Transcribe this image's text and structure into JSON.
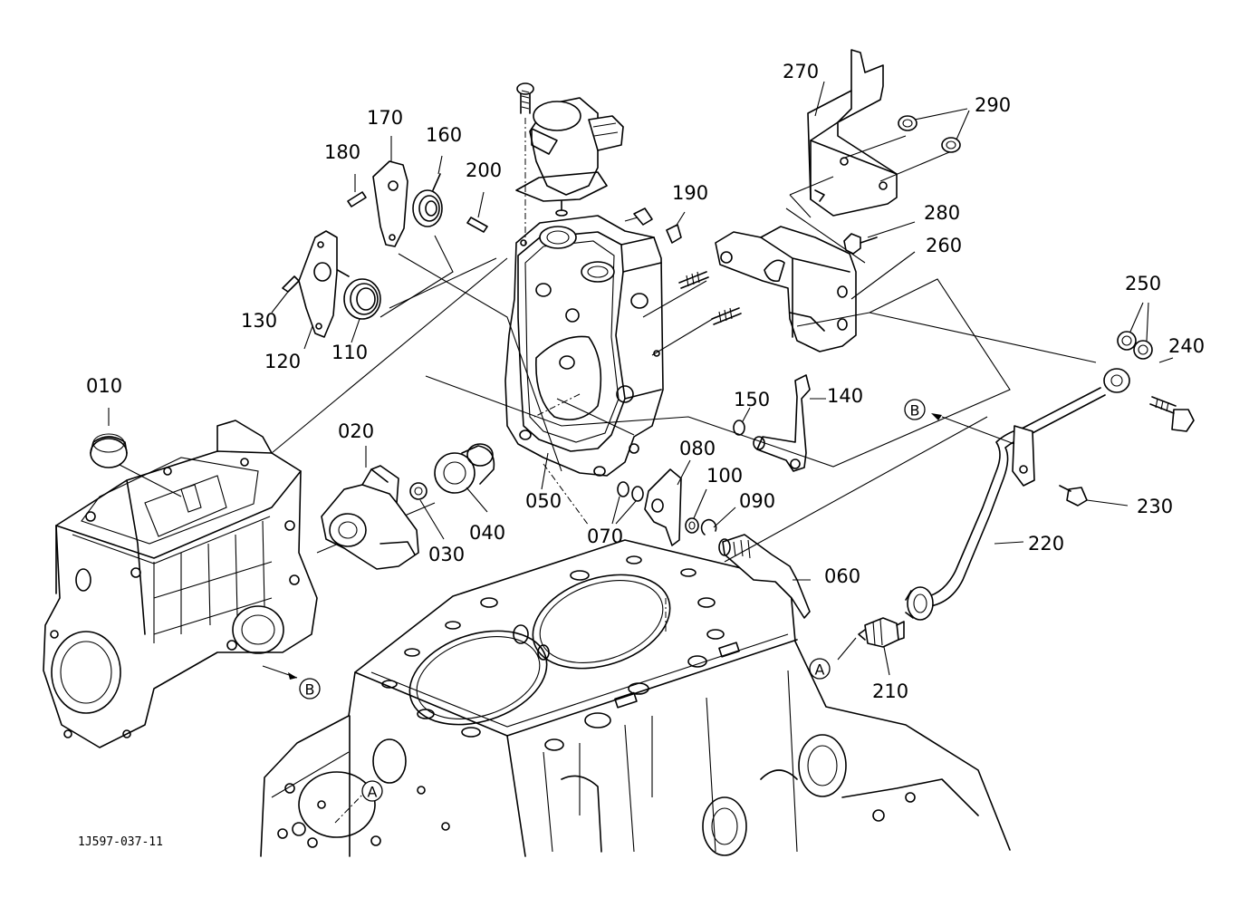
{
  "drawing_id": "1J597-037-11",
  "callouts": [
    "010",
    "020",
    "030",
    "040",
    "050",
    "060",
    "070",
    "080",
    "090",
    "100",
    "110",
    "120",
    "130",
    "140",
    "150",
    "160",
    "170",
    "180",
    "190",
    "200",
    "210",
    "220",
    "230",
    "240",
    "250",
    "260",
    "270",
    "280",
    "290"
  ],
  "reference_markers": [
    "A",
    "A",
    "B",
    "B"
  ]
}
